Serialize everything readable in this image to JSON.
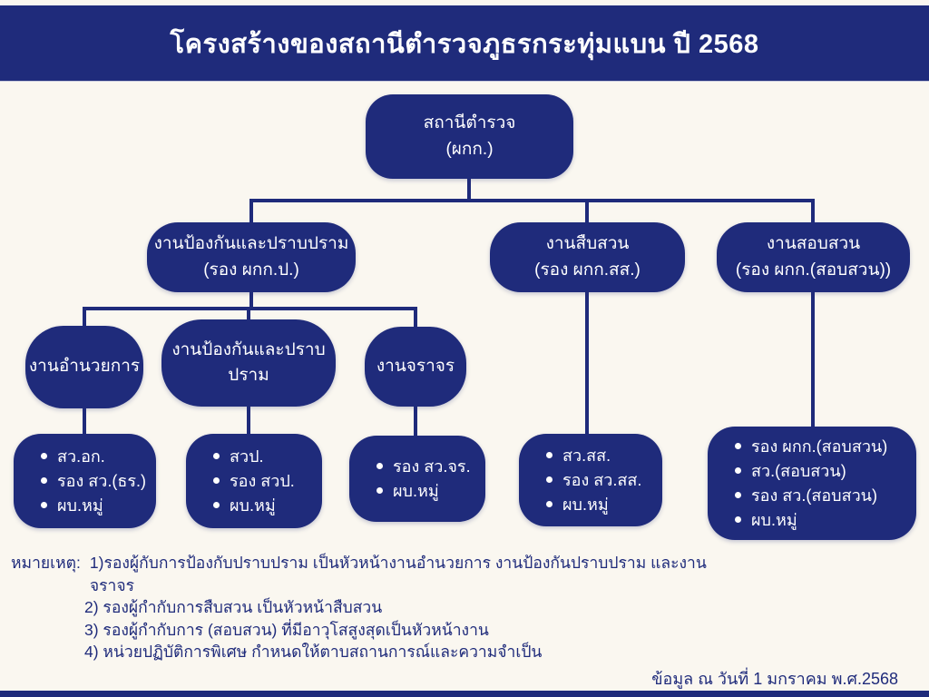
{
  "title": "โครงสร้างของสถานีตำรวจภูธรกระทุ่มแบน ปี 2568",
  "colors": {
    "navy": "#1f2b7b",
    "background": "#faf7f0",
    "node_text": "#ffffff"
  },
  "org": {
    "root": {
      "line1": "สถานีตำรวจ",
      "line2": "(ผกก.)"
    },
    "divisions": [
      {
        "name": "งานป้องกันและปราบปราม",
        "head": "(รอง ผกก.ป.)"
      },
      {
        "name": "งานสืบสวน",
        "head": "(รอง ผกก.สส.)"
      },
      {
        "name": "งานสอบสวน",
        "head": "(รอง ผกก.(สอบสวน))"
      }
    ],
    "units": [
      {
        "name": "งานอำนวยการ"
      },
      {
        "name": "งานป้องกันและปราบปราม"
      },
      {
        "name": "งานจราจร"
      }
    ],
    "staff": [
      {
        "items": [
          "สว.อก.",
          "รอง สว.(ธร.)",
          "ผบ.หมู่"
        ]
      },
      {
        "items": [
          "สวป.",
          "รอง สวป.",
          "ผบ.หมู่"
        ]
      },
      {
        "items": [
          "รอง สว.จร.",
          "ผบ.หมู่"
        ]
      },
      {
        "items": [
          "สว.สส.",
          "รอง สว.สส.",
          "ผบ.หมู่"
        ]
      },
      {
        "items": [
          "รอง ผกก.(สอบสวน)",
          "สว.(สอบสวน)",
          "รอง สว.(สอบสวน)",
          "ผบ.หมู่"
        ]
      }
    ]
  },
  "notes": {
    "label": "หมายเหตุ:",
    "lines": [
      "1)รองผู้กับการป้องกับปราบปราม เป็นหัวหน้างานอำนวยการ งานป้องกันปราบปราม และงานจราจร",
      "2) รองผู้กำกับการสืบสวน เป็นหัวหน้าสืบสวน",
      "3) รองผู้กำกับการ (สอบสวน) ที่มีอาวุโสสูงสุดเป็นหัวหน้างาน",
      "4) หน่วยปฏิบัติการพิเศษ กำหนดให้ตาบสถานการณ์และความจำเป็น"
    ]
  },
  "footer": "ข้อมูล ณ วันที่ 1 มกราคม พ.ศ.2568"
}
